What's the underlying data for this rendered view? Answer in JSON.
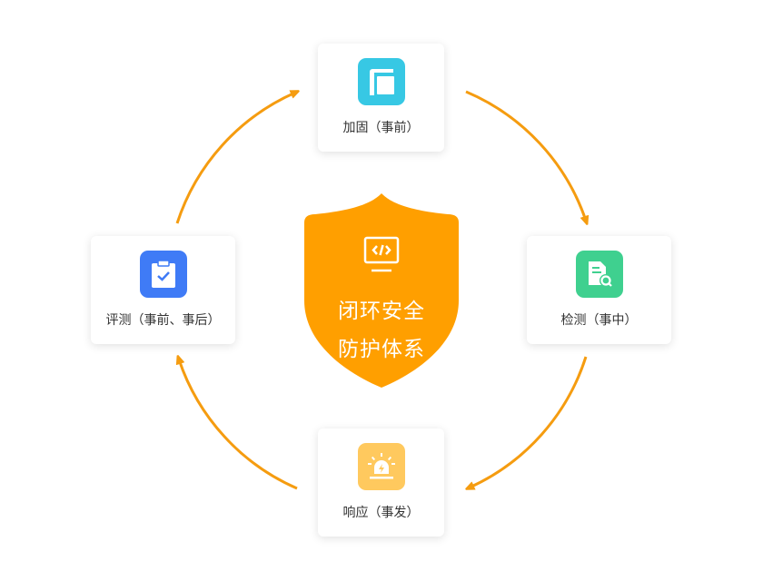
{
  "center": {
    "line1": "闭环安全",
    "line2": "防护体系",
    "icon": "code-monitor-icon",
    "color": "#ff9f00"
  },
  "nodes": [
    {
      "label": "加固（事前）",
      "icon": "layout-icon",
      "color": "#37c8e4"
    },
    {
      "label": "检测（事中）",
      "icon": "document-search-icon",
      "color": "#3fd08f"
    },
    {
      "label": "响应（事发）",
      "icon": "alarm-light-icon",
      "color": "#ffc95e"
    },
    {
      "label": "评测（事前、事后）",
      "icon": "clipboard-check-icon",
      "color": "#3f7bf6"
    }
  ],
  "arrow_color": "#f59c10"
}
